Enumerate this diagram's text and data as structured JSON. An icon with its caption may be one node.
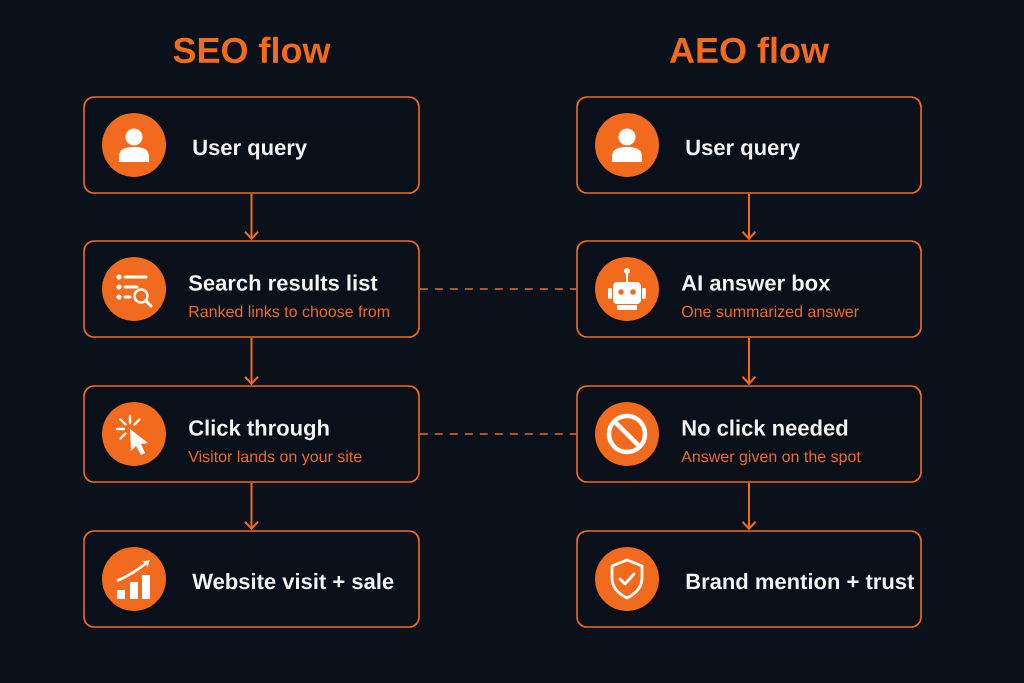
{
  "diagram": {
    "nodes": [
      {
        "text": [
          "User query"
        ]
      },
      {
        "text": [
          "Search results list",
          "Ranked links to choose from"
        ]
      },
      {
        "text": [
          "Click through",
          "Visitor lands on your site"
        ]
      },
      {
        "text": [
          "Website visit + sale"
        ]
      },
      {
        "text": [
          "User query"
        ]
      },
      {
        "text": [
          "AI answer box",
          "One summarized answer"
        ]
      },
      {
        "text": [
          "No click needed",
          "Answer given on the spot"
        ]
      },
      {
        "text": [
          "Brand mention + trust"
        ]
      }
    ],
    "edges": [
      {
        "from": 0,
        "to": 1,
        "arrow": "to"
      },
      {
        "from": 1,
        "to": 2,
        "arrow": "to"
      },
      {
        "from": 2,
        "to": 3,
        "arrow": "to"
      },
      {
        "from": 4,
        "to": 5,
        "arrow": "to"
      },
      {
        "from": 5,
        "to": 6,
        "arrow": "to"
      },
      {
        "from": 6,
        "to": 7,
        "arrow": "to"
      },
      {
        "from": 1,
        "to": 5,
        "arrow": "none",
        "style": "dashed"
      },
      {
        "from": 2,
        "to": 6,
        "arrow": "none",
        "style": "dashed"
      }
    ],
    "labels": [
      "SEO flow",
      "AEO flow"
    ]
  }
}
